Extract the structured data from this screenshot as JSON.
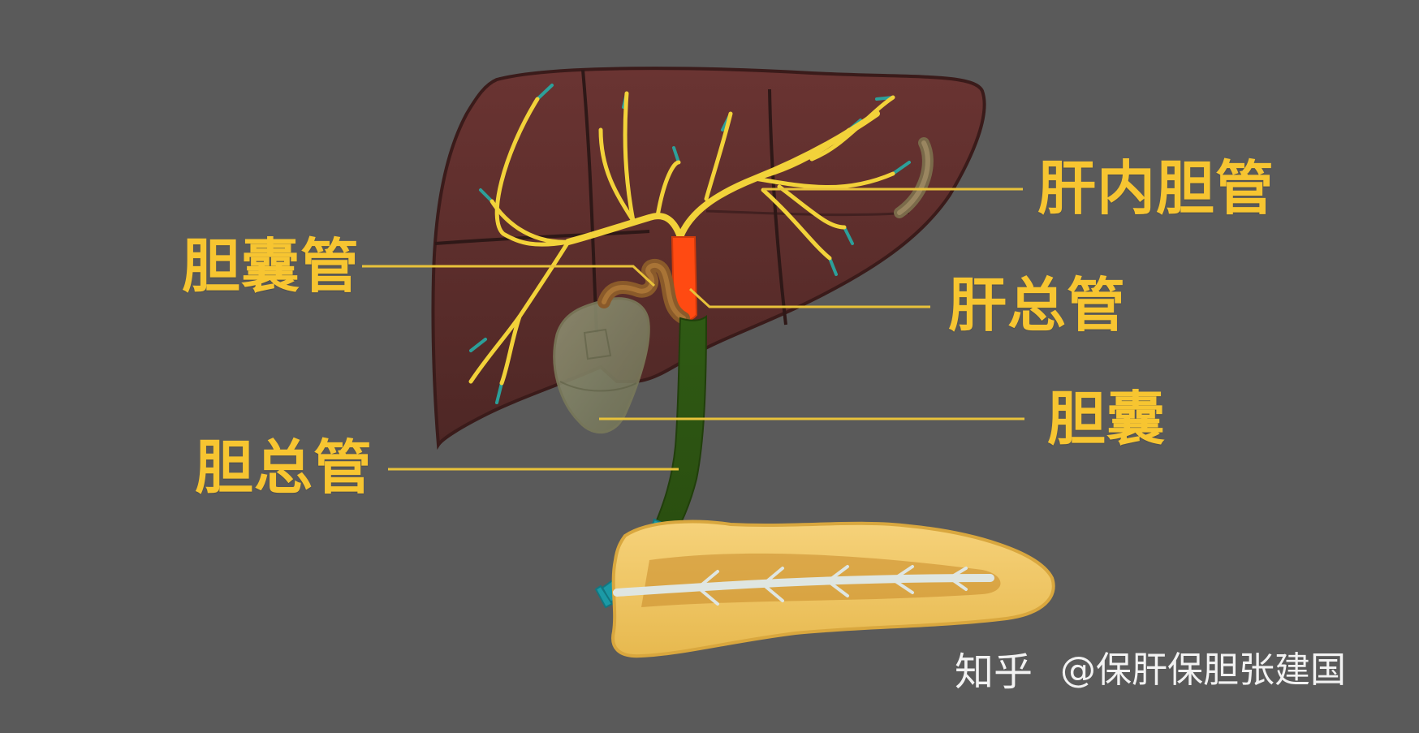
{
  "labels": {
    "intrahepatic_duct": "肝内胆管",
    "cystic_duct": "胆囊管",
    "common_hepatic_duct": "肝总管",
    "gallbladder": "胆囊",
    "common_bile_duct": "胆总管"
  },
  "watermark": {
    "platform": "知乎",
    "author": "@保肝保胆张建国"
  },
  "colors": {
    "background": "#5a5a5a",
    "label_text": "#f7c531",
    "leader_line": "#e8c23a",
    "liver": "#5a2c2b",
    "intrahepatic_ducts": "#f2d23a",
    "duct_tips": "#2aa6a0",
    "common_hepatic_duct": "#ff4a12",
    "common_bile_duct": "#2f5e12",
    "duodenal_segment": "#1b9aa6",
    "gallbladder": "#8a8a6a",
    "pancreas": "#f0c86a"
  }
}
